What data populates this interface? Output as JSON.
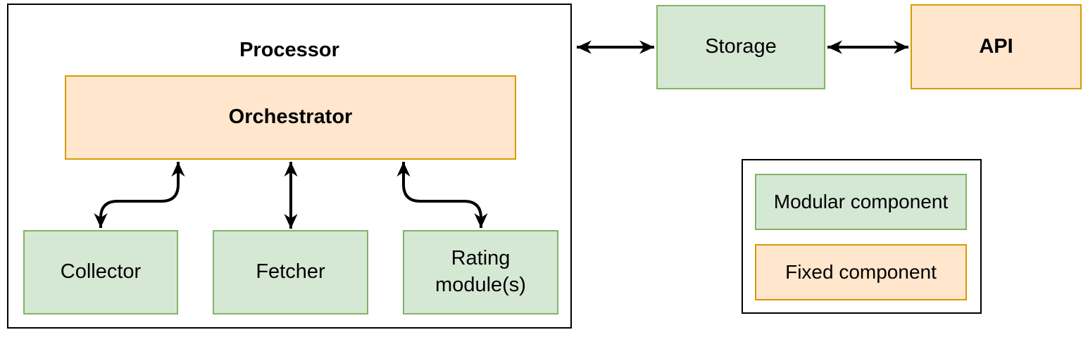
{
  "processor": {
    "title": "Processor"
  },
  "orchestrator": {
    "label": "Orchestrator"
  },
  "modules": {
    "collector": {
      "label": "Collector"
    },
    "fetcher": {
      "label": "Fetcher"
    },
    "rating": {
      "label": "Rating module(s)"
    }
  },
  "storage": {
    "label": "Storage"
  },
  "api": {
    "label": "API"
  },
  "legend": {
    "modular": {
      "label": "Modular component"
    },
    "fixed": {
      "label": "Fixed component"
    }
  },
  "colors": {
    "modular_fill": "#d5e8d4",
    "modular_border": "#82b366",
    "fixed_fill": "#ffe6cc",
    "fixed_border": "#d79b00",
    "outline": "#000000",
    "arrow": "#000000",
    "text": "#000000",
    "background": "#ffffff"
  }
}
